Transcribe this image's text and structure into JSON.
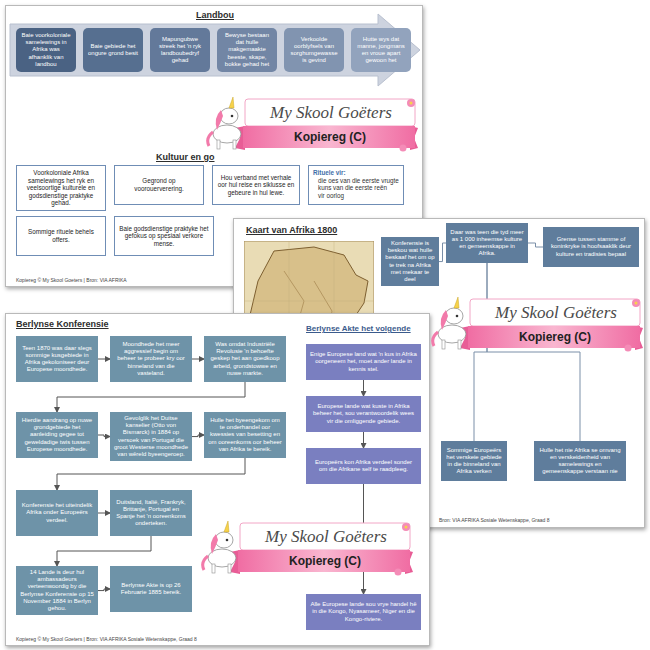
{
  "diagram": {
    "nodes": [
      {
        "text": [
          "Landbou",
          "Kultuur en go",
          "Kopiereg © My Skool Goeters | Bron: VIA AFRIKA"
        ]
      },
      {
        "text": [
          "Baie voorkoloniale samelewings in Afrika was afhanklik van landbou"
        ],
        "in": 0
      },
      {
        "text": [
          "Baie gebiede het ongure grond besit"
        ],
        "in": 0
      },
      {
        "text": [
          "Mapungubwe streek het 'n ryk landboubedryf gehad"
        ],
        "in": 0
      },
      {
        "text": [
          "Bewyse bestaan dat hulle makgemaakte beeste, skape, bokke gehad het"
        ],
        "in": 0
      },
      {
        "text": [
          "Verkoolde oorblyfsels van sorghumgewasse is gevind"
        ],
        "in": 0
      },
      {
        "text": [
          "Hutte wys dat manne, jongmans en vroue apart gewoon het"
        ],
        "in": 0
      },
      {
        "text": [
          "Voorkoloniale Afrika samelewings het ryk en veelsoortige kulturele en godsdienstige praktyke gehad."
        ],
        "in": 0
      },
      {
        "text": [
          "Gegrond op voorouerverering."
        ],
        "in": 0
      },
      {
        "text": [
          "Hou verband met verhale oor hul reise en siklusse en gebeure in hul lewe."
        ],
        "in": 0
      },
      {
        "text": [
          "Rituele vir:",
          "die oes van die eerste vrugte",
          "kuns van die eerste reën",
          "vir oorlog"
        ],
        "in": 0
      },
      {
        "text": [
          "Sommige rituele behels offers."
        ],
        "in": 0
      },
      {
        "text": [
          "Baie godsdienstige praktyke het gefokus op spesiaal verkore mense."
        ],
        "in": 0
      },
      {
        "text": [
          "Kaart van Afrika 1800",
          "Bron: VIA AFRIKA Sosiale Wetenskappe, Graad 8"
        ]
      },
      {
        "text": [
          "Daar was teen die tyd meer as 1 000 inheemse kulture en gemeenskappe in Afrika."
        ],
        "in": 13
      },
      {
        "text": [
          "Konferensie is beskou wat hulle beskaaf het om op te trek na Afrika met mekaar te deel"
        ],
        "in": 13
      },
      {
        "text": [
          "Grense tussen stamme of koninkryke is hoofsaaklik deur kulture en tradisies bepaal"
        ],
        "in": 13
      },
      {
        "text": [
          "Sommige Europeërs het verskeie gebiede in die binneland van Afrika verken"
        ],
        "in": 13
      },
      {
        "text": [
          "Hulle het nie Afrika se omvang en verskeidenheid van samelewings en gemeenskappe verstaan nie"
        ],
        "in": 13
      },
      {
        "text": [
          "Berlynse Konferensie",
          "Berlynse Akte het volgende",
          "Kopiereg © My Skool Goeters | Bron: VIA AFRIKA Sosiale Wetenskappe, Graad 8"
        ]
      },
      {
        "text": [
          "Teen 1870 was daar slegs sommige kusgebiede in Afrika gekoloniseer deur Europese moondhede."
        ],
        "in": 19
      },
      {
        "text": [
          "Moondhede het meer aggressief begin om beheer te probeer kry oor binneland van die vasteland."
        ],
        "in": 19
      },
      {
        "text": [
          "Was omdat Industriële Revolusie 'n behoefte geskep het aan goedkoop arbeid, grondstowwe en nuwe markte."
        ],
        "in": 19
      },
      {
        "text": [
          "Hierdie aandrang op nuwe grondgebiede het aanleiding gegee tot geweldadige twis tussen Europese moondhede."
        ],
        "in": 19
      },
      {
        "text": [
          "Gevolglik het Duitse kanselier (Otto von Bismarck) in 1884 op versoek van Portugal die groot Westerse moondhede van wêreld byeengeroep."
        ],
        "in": 19
      },
      {
        "text": [
          "Hulle het byeengekom om te onderhandel oor kwessies van besetting en om ooreenkoms oor beheer van Afrika te bereik."
        ],
        "in": 19
      },
      {
        "text": [
          "Konferensie het uiteindelik Afrika onder Europeërs verdeel."
        ],
        "in": 19
      },
      {
        "text": [
          "Duitsland, Italië, Frankryk, Brittanje, Portugal en Spanje het 'n ooreenkoms onderteken."
        ],
        "in": 19
      },
      {
        "text": [
          "14 Lande is deur hul ambassadeurs verteenwoordig by die Berlynse Konferensie op 15 November 1884 in Berlyn gehou."
        ],
        "in": 19
      },
      {
        "text": [
          "Berlynse Akte is op 26 Februarie 1885 bereik."
        ],
        "in": 19
      },
      {
        "text": [
          "Enige Europese land wat 'n kus in Afrika oorgeneem het, moet ander lande in kennis stel."
        ],
        "in": 19
      },
      {
        "text": [
          "Europese lande wat kuste in Afrika beheer het, sou verantwoordelik wees vir die omliggende gebiede."
        ],
        "in": 19
      },
      {
        "text": [
          "Europeërs kon Afrika verdeel sonder om die Afrikane self te raadpleeg."
        ],
        "in": 19
      },
      {
        "text": [
          "Alle Europese lande sou vrye handel hê in die Kongo, Nyasameer, Niger en die Kongo-riviere."
        ],
        "in": 19
      },
      {
        "text": [
          "My Skool Goëters",
          "Kopiereg (C)"
        ]
      },
      {
        "text": [
          "My Skool Goëters",
          "Kopiereg (C)"
        ]
      },
      {
        "text": [
          "My Skool Goëters",
          "Kopiereg (C)"
        ]
      }
    ],
    "edges": [
      {
        "from": 14,
        "to": 15,
        "arrow": "none"
      },
      {
        "from": 14,
        "to": 16,
        "arrow": "none"
      },
      {
        "from": 14,
        "to": 17,
        "arrow": "none"
      },
      {
        "from": 14,
        "to": 18,
        "arrow": "none"
      },
      {
        "from": 20,
        "to": 21,
        "arrow": "to"
      },
      {
        "from": 21,
        "to": 22,
        "arrow": "to"
      },
      {
        "from": 22,
        "to": 23,
        "arrow": "to"
      },
      {
        "from": 23,
        "to": 24,
        "arrow": "to"
      },
      {
        "from": 24,
        "to": 25,
        "arrow": "to"
      },
      {
        "from": 25,
        "to": 26,
        "arrow": "to"
      },
      {
        "from": 26,
        "to": 27,
        "arrow": "to"
      },
      {
        "from": 27,
        "to": 28,
        "arrow": "to"
      },
      {
        "from": 28,
        "to": 29,
        "arrow": "to"
      },
      {
        "from": 30,
        "to": 31,
        "arrow": "to"
      },
      {
        "from": 31,
        "to": 32,
        "arrow": "to"
      },
      {
        "from": 32,
        "to": 33,
        "arrow": "to"
      }
    ]
  }
}
